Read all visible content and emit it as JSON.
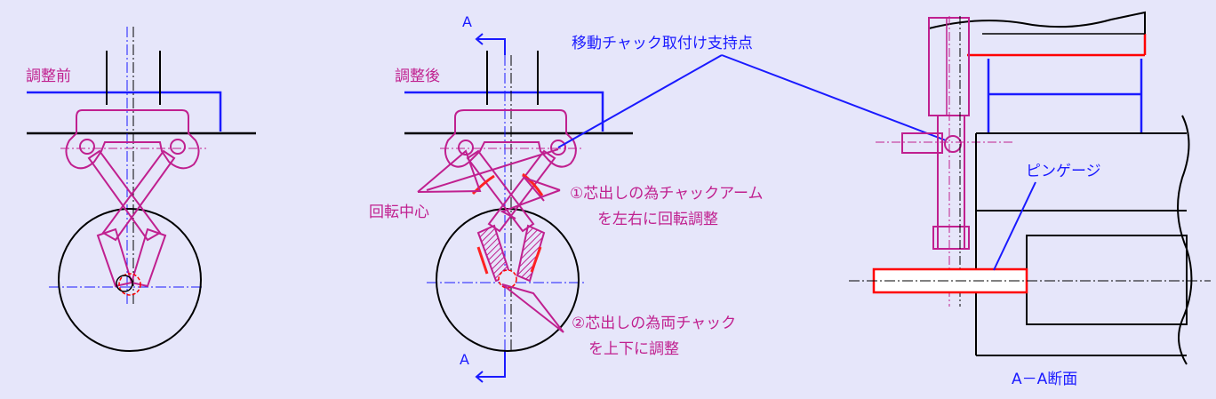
{
  "colors": {
    "background": "#e6e6fa",
    "outline": "#000000",
    "chuck": "#c0208f",
    "frame": "#1a1aff",
    "arrow": "#ff2222",
    "pin": "#ff0000",
    "text_pink": "#c0208f",
    "text_blue": "#1a1aff"
  },
  "left_view": {
    "title": "調整前"
  },
  "middle_view": {
    "title": "調整後",
    "section_mark_top": "A",
    "section_mark_bottom": "A",
    "rotation_center": "回転中心",
    "note1_line1": "①芯出しの為チャックアーム",
    "note1_line2": "を左右に回転調整",
    "note2_line1": "②芯出しの為両チャック",
    "note2_line2": "を上下に調整"
  },
  "callout_support": "移動チャック取付け支持点",
  "right_view": {
    "pin_gauge": "ピンゲージ",
    "section_title": "A－A断面"
  }
}
